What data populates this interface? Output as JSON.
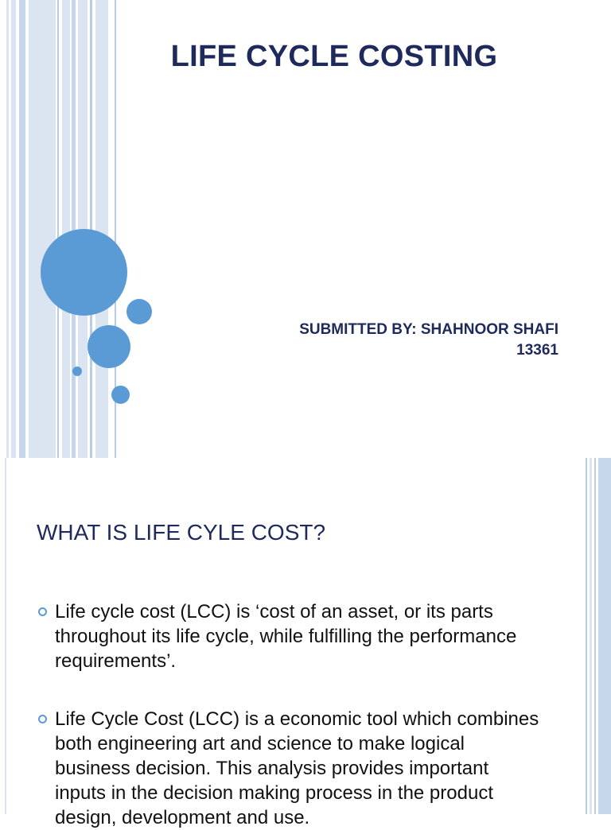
{
  "slide1": {
    "title": "LIFE CYCLE COSTING",
    "submitted_by": "SUBMITTED BY: SHAHNOOR SHAFI",
    "roll_number": "13361"
  },
  "slide2": {
    "heading": "WHAT IS LIFE CYLE COST?",
    "bullets": [
      {
        "text": "Life cycle cost (LCC) is ‘cost of an asset, or its parts throughout its life cycle, while fulfilling the performance requirements’."
      },
      {
        "text": " Life Cycle Cost (LCC) is a economic tool which combines both engineering art and science to make logical business decision. This analysis provides important inputs in the decision making process in the product design, development and use."
      }
    ]
  },
  "colors": {
    "accent": "#5b9bd5",
    "stripe_light": "#dbe5f1",
    "stripe_mid": "#b8cce4",
    "title": "#1f2a5c"
  }
}
